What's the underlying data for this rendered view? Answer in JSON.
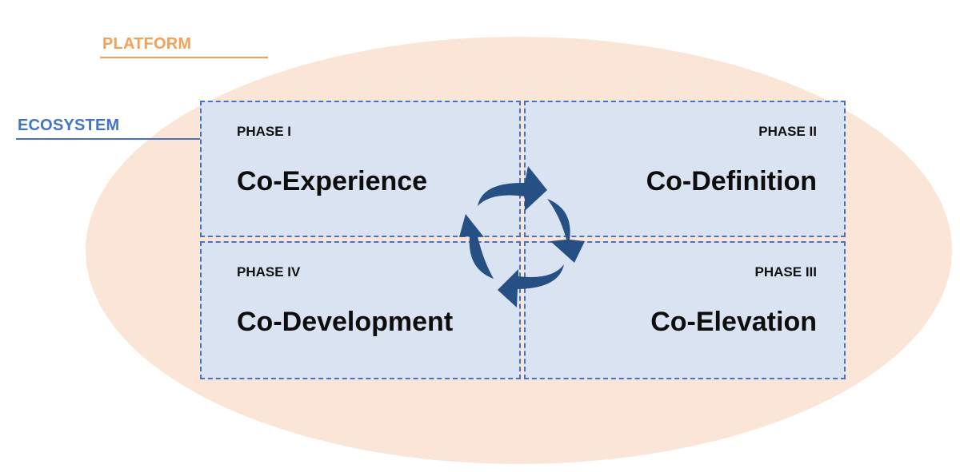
{
  "labels": {
    "platform": "PLATFORM",
    "ecosystem": "ECOSYSTEM"
  },
  "phases": [
    {
      "tag": "PHASE I",
      "name": "Co-Experience"
    },
    {
      "tag": "PHASE II",
      "name": "Co-Definition"
    },
    {
      "tag": "PHASE III",
      "name": "Co-Elevation"
    },
    {
      "tag": "PHASE IV",
      "name": "Co-Development"
    }
  ],
  "colors": {
    "platform": "#f4a05a",
    "platform_fill": "#fbe5d6",
    "ecosystem": "#4472c4",
    "phase_fill": "#dae3f1",
    "cycle_arrow": "#264f84"
  }
}
